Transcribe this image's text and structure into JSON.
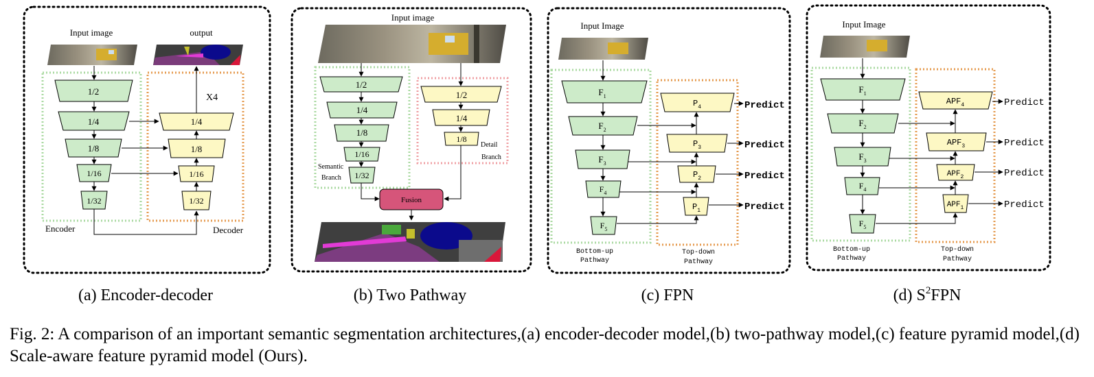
{
  "panels": {
    "a": {
      "input_label": "Input image",
      "output_label": "output",
      "encoder_label": "Encoder",
      "decoder_label": "Decoder",
      "upsample_label": "X4",
      "encoder_blocks": [
        "1/2",
        "1/4",
        "1/8",
        "1/16",
        "1/32"
      ],
      "decoder_blocks": [
        "1/4",
        "1/8",
        "1/16",
        "1/32"
      ],
      "caption": "(a) Encoder-decoder"
    },
    "b": {
      "input_label": "Input image",
      "semantic_blocks": [
        "1/2",
        "1/4",
        "1/8",
        "1/16",
        "1/32"
      ],
      "detail_blocks": [
        "1/2",
        "1/4",
        "1/8"
      ],
      "semantic_label_1": "Semantic",
      "semantic_label_2": "Branch",
      "detail_label_1": "Detail",
      "detail_label_2": "Branch",
      "fusion_label": "Fusion",
      "caption": "(b) Two Pathway"
    },
    "c": {
      "input_label": "Input Image",
      "bottom_blocks": [
        "F",
        "F",
        "F",
        "F",
        "F"
      ],
      "bottom_subs": [
        "1",
        "2",
        "3",
        "4",
        "5"
      ],
      "top_blocks": [
        "P",
        "P",
        "P",
        "P"
      ],
      "top_subs": [
        "4",
        "3",
        "2",
        "1"
      ],
      "predict_label": "Predict",
      "bottom_pathway": [
        "Bottom-up",
        "Pathway"
      ],
      "top_pathway": [
        "Top-down",
        "Pathway"
      ],
      "caption": "(c) FPN"
    },
    "d": {
      "input_label": "Input Image",
      "bottom_blocks": [
        "F",
        "F",
        "F",
        "F",
        "F"
      ],
      "bottom_subs": [
        "1",
        "2",
        "3",
        "4",
        "5"
      ],
      "top_blocks": [
        "APF",
        "APF",
        "APF",
        "APF"
      ],
      "top_subs": [
        "4",
        "3",
        "2",
        "1"
      ],
      "predict_label": "Predict",
      "bottom_pathway": [
        "Bottom-up",
        "Pathway"
      ],
      "top_pathway": [
        "Top-down",
        "Pathway"
      ],
      "caption_prefix": "(d) S",
      "caption_sup": "2",
      "caption_suffix": "FPN"
    }
  },
  "figure_caption": "Fig. 2: A comparison of an important semantic segmentation architectures,(a) encoder-decoder model,(b) two-pathway model,(c) feature pyramid model,(d) Scale-aware feature pyramid model (Ours).",
  "colors": {
    "encoder_block": "#cdebc9",
    "decoder_block": "#fdf8c4",
    "fusion": "#d6557a",
    "green_dotted": "#a9d9a0",
    "orange_dotted": "#e59a4e",
    "pink_dotted": "#ef9fa3"
  }
}
